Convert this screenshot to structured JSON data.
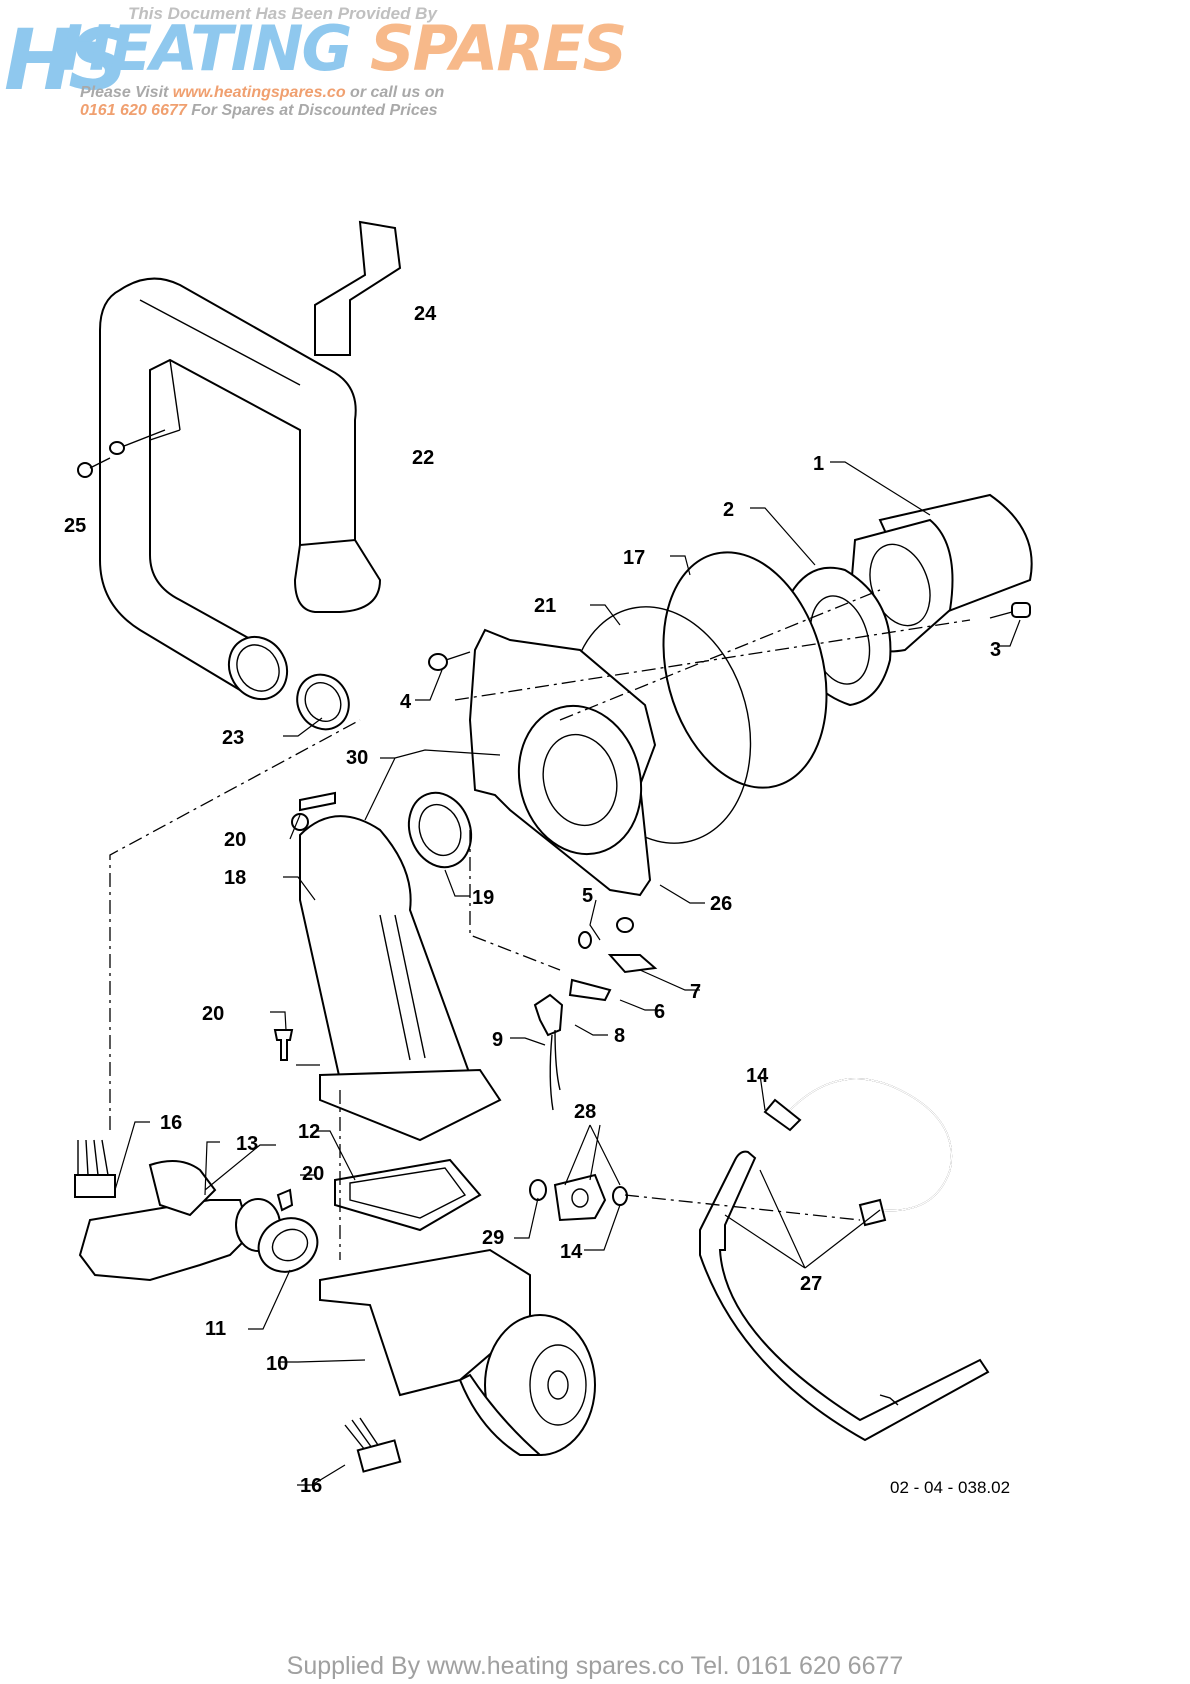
{
  "banner": {
    "provided_by": "This Document Has Been Provided By",
    "brand_heating": "HEATING",
    "brand_spares": "SPARES",
    "mark": "HS",
    "visit_prefix": "Please Visit ",
    "visit_url": "www.heatingspares.co",
    "visit_suffix": " or call us on",
    "phone": "0161 620 6677",
    "phone_suffix": " For Spares at Discounted Prices"
  },
  "diagram": {
    "drawing_ref": "02 - 04 - 038.02",
    "labels": [
      "1",
      "2",
      "3",
      "4",
      "5",
      "6",
      "7",
      "8",
      "9",
      "10",
      "11",
      "12",
      "13",
      "14",
      "14",
      "16",
      "16",
      "17",
      "18",
      "19",
      "20",
      "20",
      "20",
      "21",
      "22",
      "23",
      "24",
      "25",
      "26",
      "27",
      "28",
      "29",
      "30"
    ]
  },
  "footer": "Supplied By www.heating spares.co  Tel. 0161 620 6677"
}
